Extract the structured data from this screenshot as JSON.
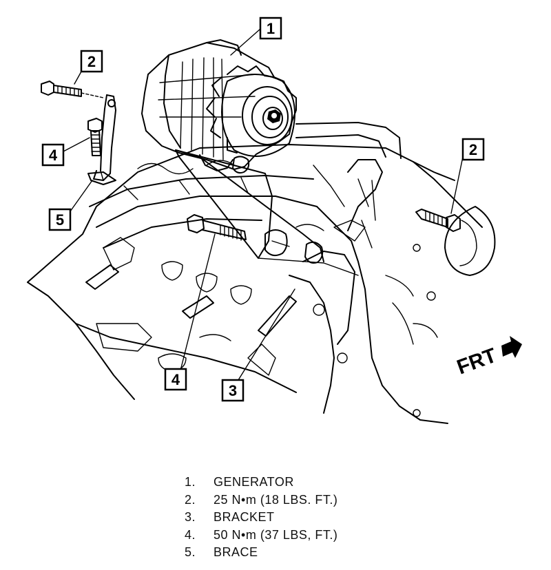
{
  "diagram": {
    "callouts": [
      {
        "id": "c1",
        "text": "1"
      },
      {
        "id": "c2a",
        "text": "2"
      },
      {
        "id": "c2b",
        "text": "2"
      },
      {
        "id": "c4a",
        "text": "4"
      },
      {
        "id": "c5",
        "text": "5"
      },
      {
        "id": "c4b",
        "text": "4"
      },
      {
        "id": "c3",
        "text": "3"
      }
    ],
    "direction_label": "FRT"
  },
  "legend": [
    {
      "num": "1.",
      "text": "GENERATOR"
    },
    {
      "num": "2.",
      "text": "25 N•m (18 LBS. FT.)"
    },
    {
      "num": "3.",
      "text": "BRACKET"
    },
    {
      "num": "4.",
      "text": "50 N•m (37 LBS, FT.)"
    },
    {
      "num": "5.",
      "text": "BRACE"
    }
  ]
}
